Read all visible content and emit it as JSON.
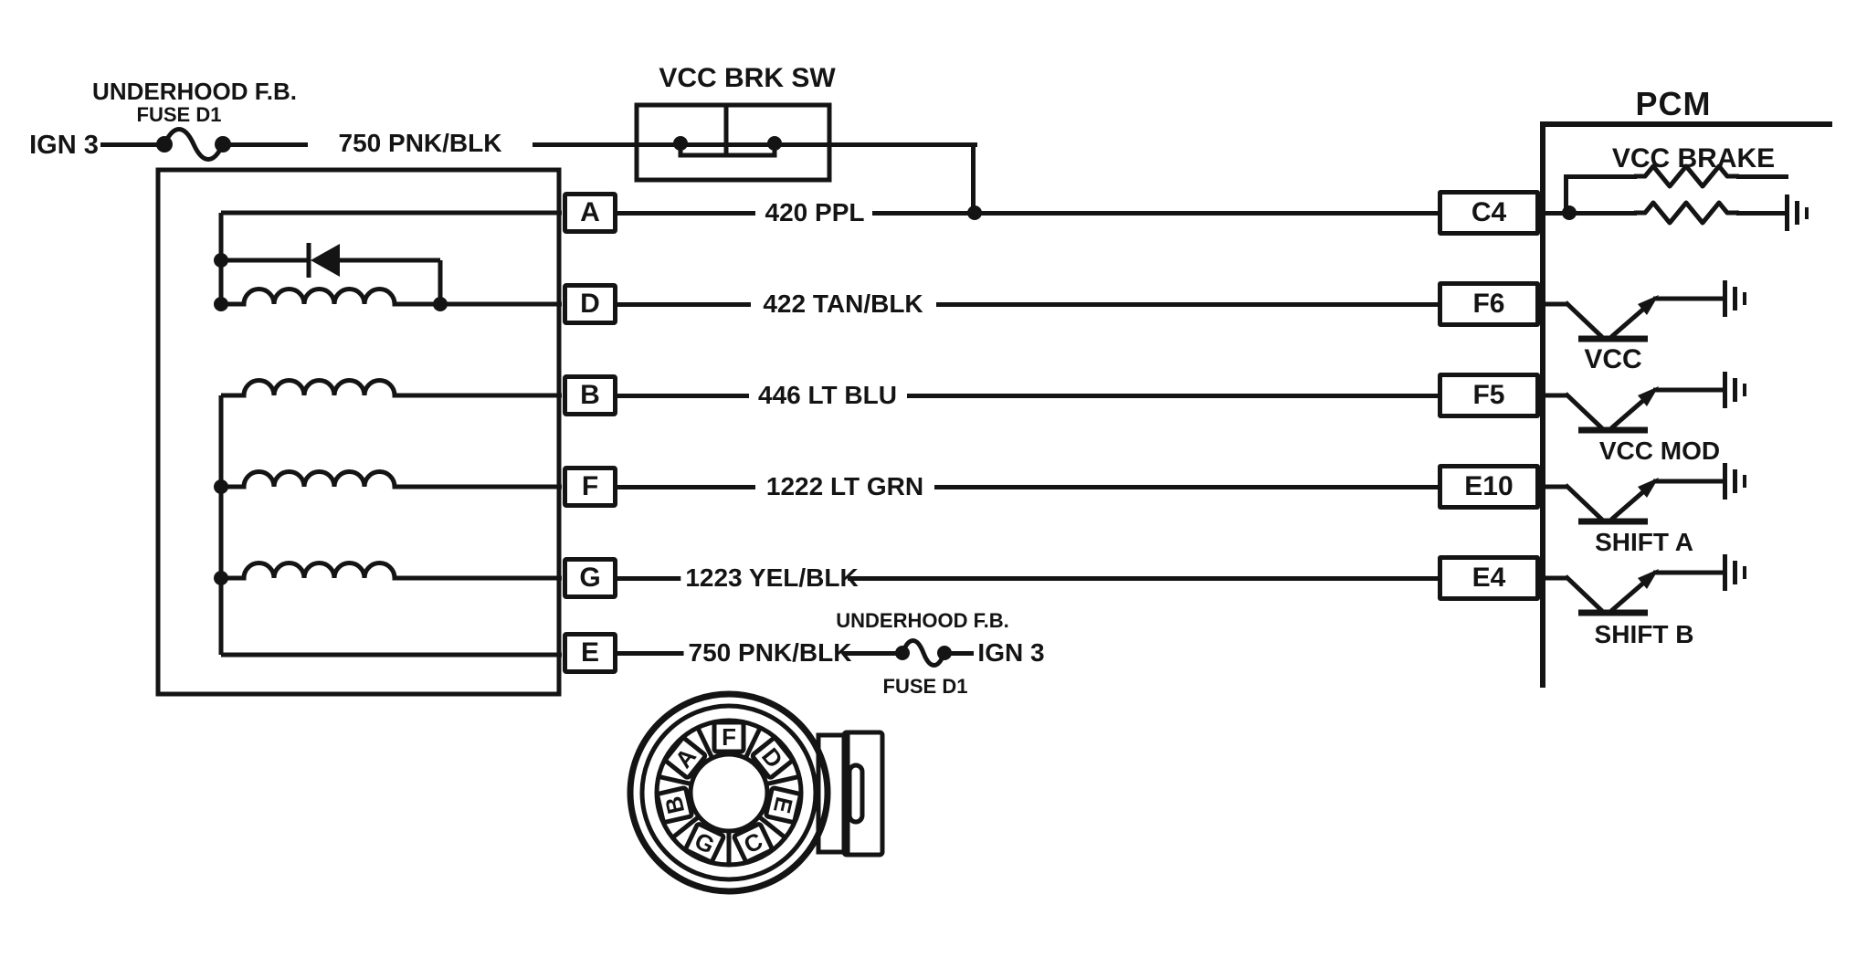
{
  "colors": {
    "ink": "#141414",
    "paper": "#ffffff"
  },
  "power_feed_top": {
    "fuse_block": "UNDERHOOD F.B.",
    "fuse": "FUSE D1",
    "circuit": "IGN 3",
    "wire": "750 PNK/BLK"
  },
  "brake_switch": {
    "label": "VCC BRK SW"
  },
  "transmission_connector": {
    "pins": [
      "A",
      "D",
      "B",
      "F",
      "G",
      "E"
    ]
  },
  "wires": [
    {
      "label": "420 PPL"
    },
    {
      "label": "422 TAN/BLK"
    },
    {
      "label": "446 LT BLU"
    },
    {
      "label": "1222 LT GRN"
    },
    {
      "label": "1223 YEL/BLK"
    },
    {
      "label": "750 PNK/BLK"
    }
  ],
  "power_feed_bottom": {
    "fuse_block": "UNDERHOOD F.B.",
    "fuse": "FUSE D1",
    "circuit": "IGN 3"
  },
  "pcm": {
    "label": "PCM",
    "pins": [
      "C4",
      "F6",
      "F5",
      "E10",
      "E4"
    ],
    "circuits": [
      "VCC BRAKE",
      "VCC",
      "VCC MOD",
      "SHIFT A",
      "SHIFT B"
    ]
  },
  "connector_face": {
    "pins_clockwise_from_top": [
      "F",
      "D",
      "E",
      "C",
      "G",
      "B",
      "A"
    ]
  }
}
